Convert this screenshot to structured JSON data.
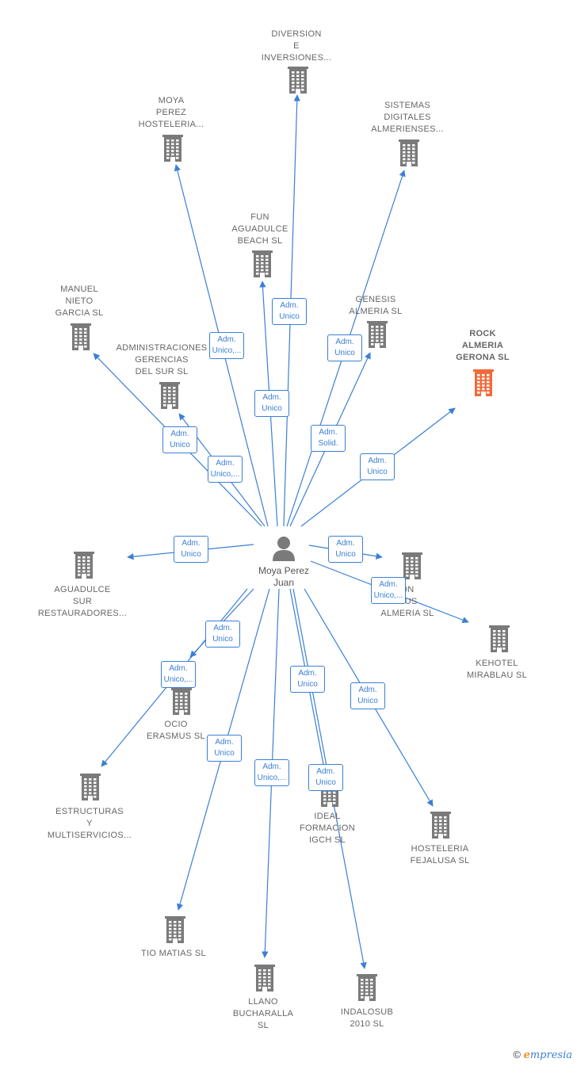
{
  "colors": {
    "edge": "#3b7fd6",
    "company": "#7a7a7a",
    "company_highlight": "#f26a3a",
    "person": "#7a7a7a"
  },
  "center": {
    "name": "Moya Perez\nJuan",
    "icon": "person-icon"
  },
  "companies": [
    {
      "id": "diversion",
      "name": "DIVERSION\nE\nINVERSIONES...",
      "highlight": false
    },
    {
      "id": "moya-perez",
      "name": "MOYA\nPEREZ\nHOSTELERIA...",
      "highlight": false
    },
    {
      "id": "sistemas",
      "name": "SISTEMAS\nDIGITALES\nALMERIENSES...",
      "highlight": false
    },
    {
      "id": "fun",
      "name": "FUN\nAGUADULCE\nBEACH SL",
      "highlight": false
    },
    {
      "id": "manuel",
      "name": "MANUEL\nNIETO\nGARCIA SL",
      "highlight": false
    },
    {
      "id": "genesis",
      "name": "GENESIS\nALMERIA SL",
      "highlight": false
    },
    {
      "id": "rock",
      "name": "ROCK\nALMERIA\nGERONA SL",
      "highlight": true
    },
    {
      "id": "administraciones",
      "name": "ADMINISTRACIONES\nGERENCIAS\nDEL SUR SL",
      "highlight": false
    },
    {
      "id": "aguadulce",
      "name": "AGUADULCE\nSUR\nRESTAURADORES...",
      "highlight": false
    },
    {
      "id": "on-mus",
      "name": "ON\nMUS\nALMERIA SL",
      "highlight": false
    },
    {
      "id": "kehotel",
      "name": "KEHOTEL\nMIRABLAU SL",
      "highlight": false
    },
    {
      "id": "ocio",
      "name": "OCIO\nERASMUS SL",
      "highlight": false
    },
    {
      "id": "estructuras",
      "name": "ESTRUCTURAS\nY\nMULTISERVICIOS...",
      "highlight": false
    },
    {
      "id": "ideal",
      "name": "IDEAL\nFORMACION\nIGCH SL",
      "highlight": false
    },
    {
      "id": "hosteleria-fejalusa",
      "name": "HOSTELERIA\nFEJALUSA SL",
      "highlight": false
    },
    {
      "id": "tio-matias",
      "name": "TIO MATIAS SL",
      "highlight": false
    },
    {
      "id": "llano",
      "name": "LLANO\nBUCHARALLA\nSL",
      "highlight": false
    },
    {
      "id": "indalosub",
      "name": "INDALOSUB\n2010 SL",
      "highlight": false
    }
  ],
  "relations": [
    {
      "to": "diversion",
      "label": "Adm.\nUnico"
    },
    {
      "to": "moya-perez",
      "label": "Adm.\nUnico,..."
    },
    {
      "to": "sistemas",
      "label": "Adm.\nUnico"
    },
    {
      "to": "fun",
      "label": "Adm.\nUnico"
    },
    {
      "to": "manuel",
      "label": "Adm.\nUnico"
    },
    {
      "to": "genesis",
      "label": "Adm.\nSolid."
    },
    {
      "to": "rock",
      "label": "Adm.\nUnico"
    },
    {
      "to": "administraciones",
      "label": "Adm.\nUnico,..."
    },
    {
      "to": "aguadulce",
      "label": "Adm.\nUnico"
    },
    {
      "to": "on-mus",
      "label": "Adm.\nUnico"
    },
    {
      "to": "kehotel",
      "label": "Adm.\nUnico,..."
    },
    {
      "to": "ocio",
      "label": "Adm.\nUnico"
    },
    {
      "to": "estructuras",
      "label": "Adm.\nUnico,..."
    },
    {
      "to": "ideal",
      "label": "Adm.\nUnico"
    },
    {
      "to": "hosteleria-fejalusa",
      "label": "Adm.\nUnico"
    },
    {
      "to": "tio-matias",
      "label": "Adm.\nUnico"
    },
    {
      "to": "llano",
      "label": "Adm.\nUnico,..."
    },
    {
      "to": "indalosub",
      "label": "Adm.\nUnico"
    }
  ],
  "footer": {
    "copyright": "©",
    "brand_first": "e",
    "brand_rest": "mpresia"
  }
}
